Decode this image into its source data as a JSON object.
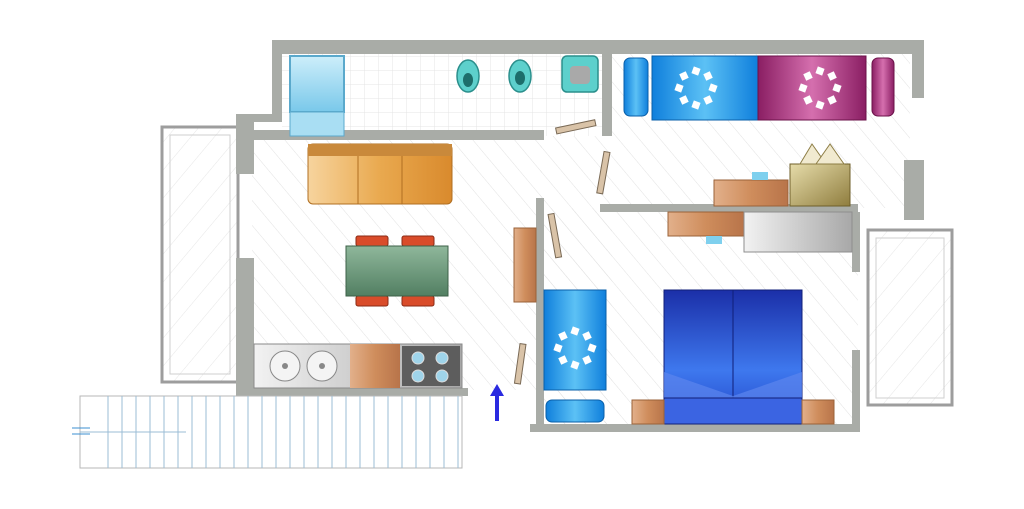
{
  "colors": {
    "background": "#ffffff",
    "wall": "#a9aca7",
    "floor_tile_line": "#e6e6e6",
    "sofa": "#e7a24a",
    "table": "#6f9a7c",
    "chair": "#d94c2a",
    "bed_single": "#1f8fe6",
    "bed_pink": "#a8327a",
    "bed_double": "#2146c8",
    "wood": "#cf8d5c",
    "wardrobe": "#bcbcbc",
    "shower": "#8fd4ee",
    "sanitary": "#47c3c3",
    "stove": "#6e6e6e",
    "arrow": "#2a2ae0"
  },
  "plan": {
    "rooms": [
      {
        "name": "bathroom"
      },
      {
        "name": "living-room"
      },
      {
        "name": "kitchenette"
      },
      {
        "name": "bedroom-twin"
      },
      {
        "name": "bedroom-double"
      },
      {
        "name": "balcony-left"
      },
      {
        "name": "balcony-right"
      },
      {
        "name": "entrance-stairs"
      }
    ],
    "furniture": [
      {
        "name": "shower-tray"
      },
      {
        "name": "toilet"
      },
      {
        "name": "bidet"
      },
      {
        "name": "washbasin"
      },
      {
        "name": "sofa"
      },
      {
        "name": "dining-table"
      },
      {
        "name": "dining-chairs",
        "count": 4
      },
      {
        "name": "sink"
      },
      {
        "name": "stove"
      },
      {
        "name": "single-bed-blue"
      },
      {
        "name": "single-bed-pink"
      },
      {
        "name": "desk"
      },
      {
        "name": "armchair"
      },
      {
        "name": "wardrobe"
      },
      {
        "name": "double-bed"
      },
      {
        "name": "nightstands",
        "count": 2
      }
    ],
    "entrance_arrow_icon": "arrow-up-icon"
  }
}
